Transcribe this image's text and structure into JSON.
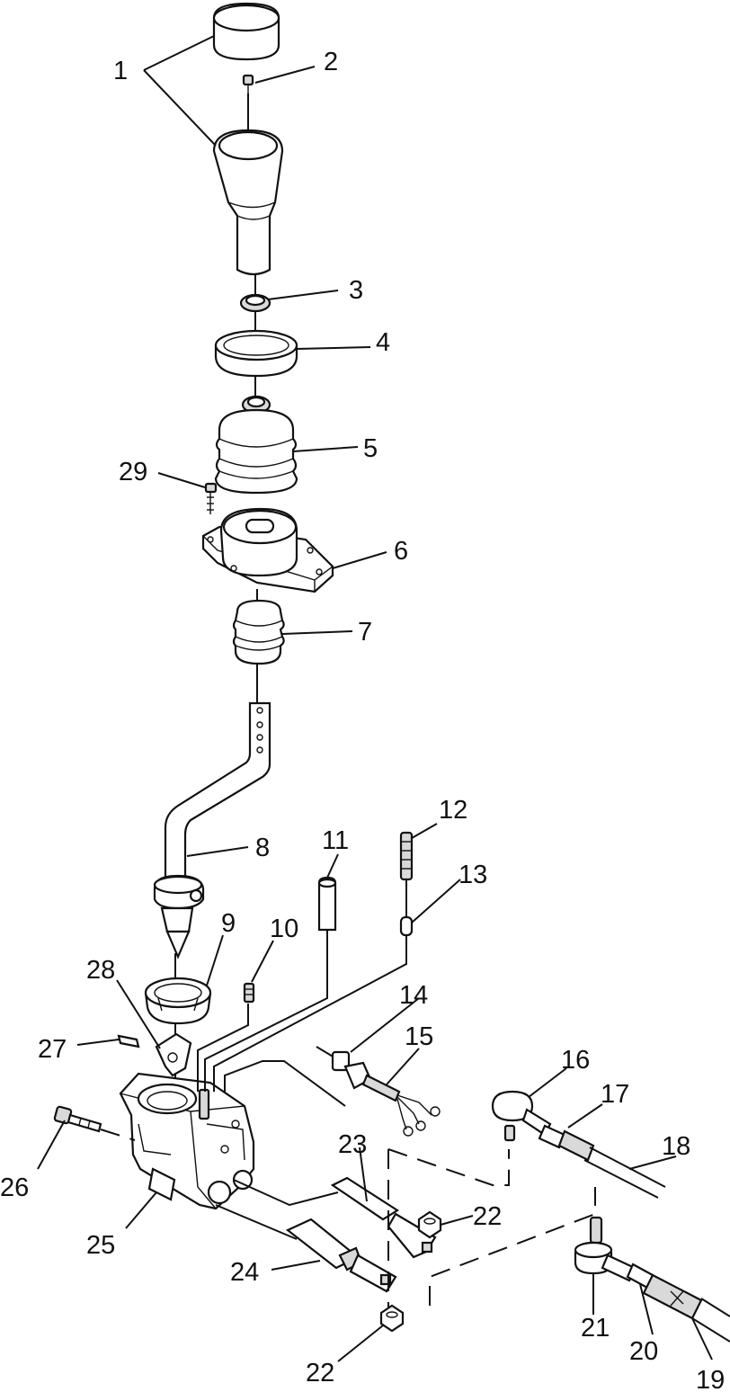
{
  "diagram": {
    "labels": [
      "1",
      "2",
      "3",
      "4",
      "5",
      "29",
      "6",
      "7",
      "12",
      "11",
      "8",
      "13",
      "9",
      "10",
      "28",
      "14",
      "15",
      "27",
      "16",
      "17",
      "18",
      "23",
      "26",
      "22",
      "25",
      "24",
      "21",
      "20",
      "22",
      "19"
    ]
  }
}
